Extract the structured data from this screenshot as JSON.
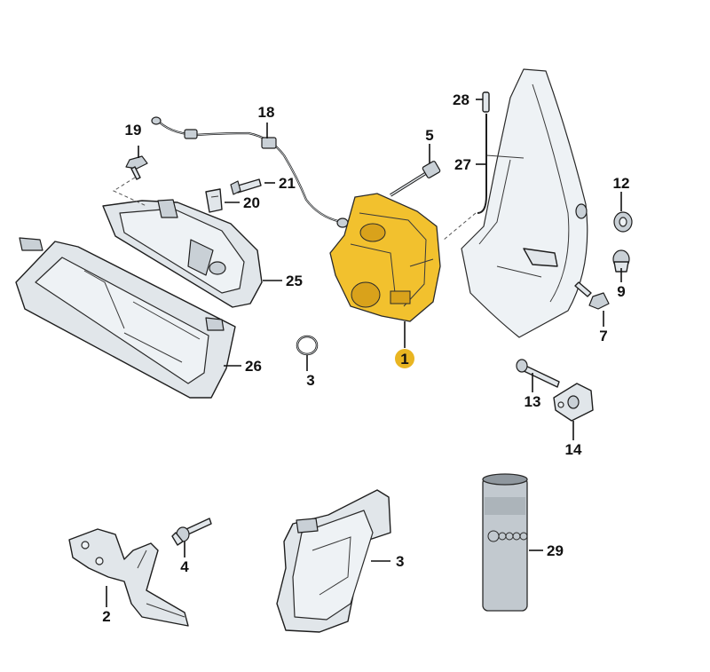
{
  "callouts": {
    "c1": "1",
    "c2": "2",
    "c3a": "3",
    "c3b": "3",
    "c4": "4",
    "c5": "5",
    "c7": "7",
    "c9": "9",
    "c12": "12",
    "c13": "13",
    "c14": "14",
    "c18": "18",
    "c19": "19",
    "c20": "20",
    "c21": "21",
    "c25": "25",
    "c26": "26",
    "c27": "27",
    "c28": "28",
    "c29": "29"
  },
  "colors": {
    "highlight_part": "#f2c12e",
    "highlight_badge": "#e9b521",
    "part_fill": "#e1e6ea",
    "outline": "#1e1e1e",
    "can_body": "#c2c9cf"
  }
}
